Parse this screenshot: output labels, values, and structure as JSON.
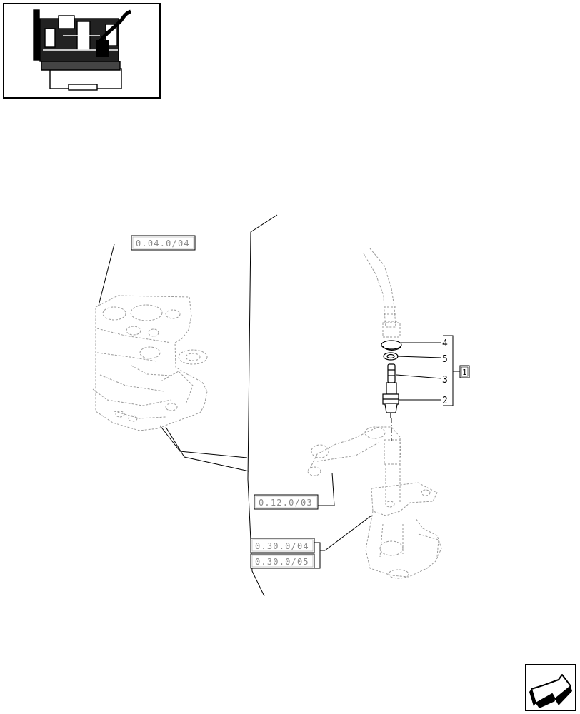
{
  "references": {
    "cylinder_block": "0.04.0/04",
    "oil_pump": "0.12.0/03",
    "support_a": "0.30.0/04",
    "support_b": "0.30.0/05"
  },
  "callouts": {
    "part_4": "4",
    "part_5": "5",
    "part_3": "3",
    "part_2": "2",
    "kit": "1"
  },
  "icons": {
    "thumbnail": "engine-thumbnail-icon",
    "navigation": "previous-page-arrow-icon"
  },
  "colors": {
    "line": "#000000",
    "ghost": "#9a9a9a",
    "ref_text": "#8a8a8a"
  }
}
